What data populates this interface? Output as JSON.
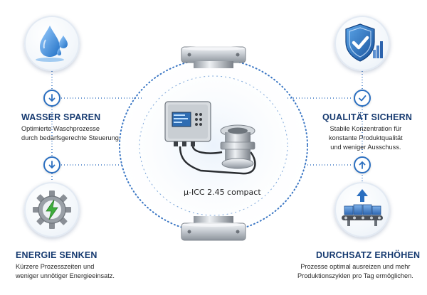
{
  "features": {
    "water": {
      "title": "WASSER SPAREN",
      "lines": [
        "Optimierte Waschprozesse",
        "durch bedarfsgerechte Steuerung."
      ]
    },
    "energy": {
      "title": "ENERGIE SENKEN",
      "lines": [
        "Kürzere Prozesszeiten und",
        "weniger unnötiger Energieeinsatz."
      ]
    },
    "quality": {
      "title": "QUALITÄT SICHERN",
      "lines": [
        "Stabile Konzentration für",
        "konstante Produktqualität",
        "und weniger Ausschuss."
      ]
    },
    "throughput": {
      "title": "DURCHSATZ ERHÖHEN",
      "lines": [
        "Prozesse optimal ausreizen und mehr",
        "Produktionszyklen pro Tag ermöglichen."
      ]
    }
  },
  "device": {
    "label": "µ-ICC 2.45 compact"
  },
  "colors": {
    "heading": "#163a70",
    "accent": "#2b6fc0",
    "water": "#3f8fd6",
    "energy": "#3fae3c",
    "gear": "#8a8f96"
  },
  "icons": [
    "water-drops-icon",
    "gear-lightning-icon",
    "shield-check-icon",
    "conveyor-boxes-icon",
    "arrow-down-icon",
    "checkmark-icon",
    "arrow-up-icon"
  ]
}
